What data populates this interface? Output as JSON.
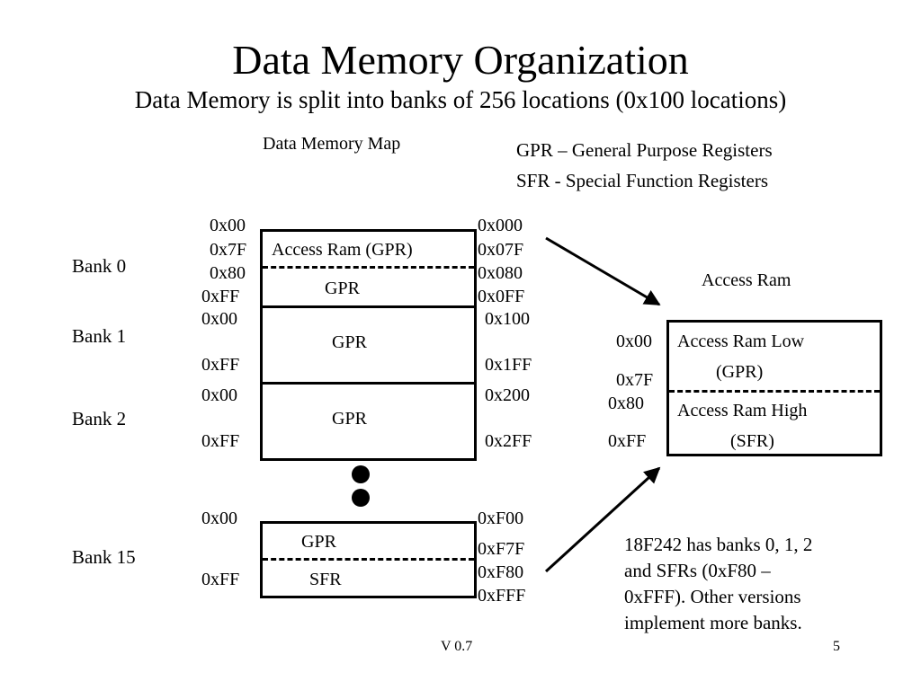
{
  "title": "Data Memory Organization",
  "subtitle": "Data Memory is split into banks of 256 locations (0x100 locations)",
  "map_title": "Data Memory Map",
  "legend": {
    "gpr": "GPR – General Purpose Registers",
    "sfr": "SFR - Special Function Registers"
  },
  "banks": {
    "bank0": "Bank 0",
    "bank1": "Bank 1",
    "bank2": "Bank 2",
    "bank15": "Bank 15"
  },
  "bank0": {
    "left": [
      "0x00",
      "0x7F",
      "0x80",
      "0xFF"
    ],
    "right": [
      "0x000",
      "0x07F",
      "0x080",
      "0x0FF"
    ],
    "upper_label": "Access Ram (GPR)",
    "lower_label": "GPR"
  },
  "bank1": {
    "left": [
      "0x00",
      "0xFF"
    ],
    "right": [
      "0x100",
      "0x1FF"
    ],
    "label": "GPR"
  },
  "bank2": {
    "left": [
      "0x00",
      "0xFF"
    ],
    "right": [
      "0x200",
      "0x2FF"
    ],
    "label": "GPR"
  },
  "bank15": {
    "left": [
      "0x00",
      "0xFF"
    ],
    "right": [
      "0xF00",
      "0xF7F",
      "0xF80",
      "0xFFF"
    ],
    "upper_label": "GPR",
    "lower_label": "SFR"
  },
  "access_ram": {
    "title": "Access Ram",
    "addr": [
      "0x00",
      "0x7F",
      "0x80",
      "0xFF"
    ],
    "low_label": "Access Ram Low",
    "low_sub": "(GPR)",
    "high_label": "Access Ram High",
    "high_sub": "(SFR)"
  },
  "note_lines": [
    "18F242 has banks 0, 1, 2",
    "and SFRs (0xF80 –",
    "0xFFF). Other versions",
    "implement more banks."
  ],
  "footer": {
    "version": "V 0.7",
    "page": "5"
  }
}
